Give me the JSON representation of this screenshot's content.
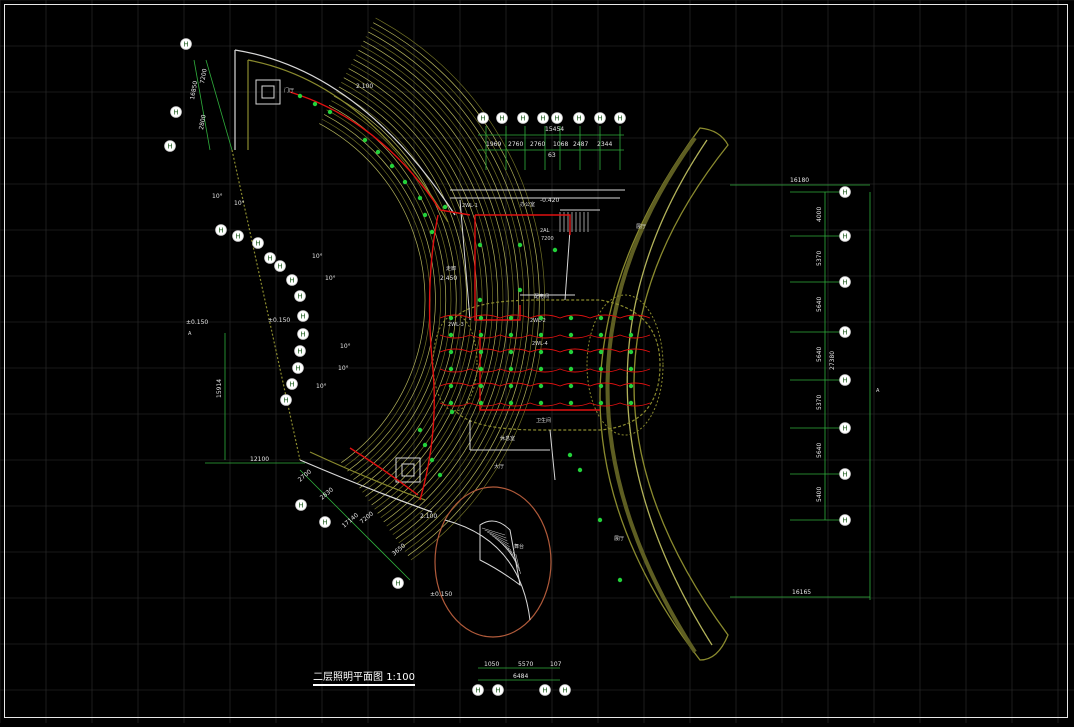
{
  "drawing": {
    "title": "二层照明平面图",
    "scale": "1:100",
    "grid_axis_label": "H",
    "colors": {
      "background": "#000000",
      "grid": "#2f2f2f",
      "wall": "#8a8a2e",
      "wall_light": "#b3b35a",
      "circuit": "#e01010",
      "fixture": "#23d23a",
      "dimension": "#2fae3c",
      "bubble": "#d8d8d8",
      "room_text": "#dcdcdc"
    }
  },
  "dimensions": {
    "top": {
      "overall": "15454",
      "sub": "63",
      "parts": [
        "1969",
        "2760",
        "2760",
        "1068",
        "2487",
        "2344"
      ]
    },
    "right": {
      "overall_top": "16180",
      "overall_bottom": "16165",
      "parts": [
        "4000",
        "5370",
        "5640",
        "5640",
        "5370",
        "5640",
        "5400"
      ],
      "total": "27380"
    },
    "left": {
      "upper_a": "16850",
      "upper_b": "7200",
      "upper_c": "2800",
      "mid": "15914",
      "horiz": "12100",
      "lower": [
        "2700",
        "2830",
        "17140",
        "7200",
        "3650"
      ]
    },
    "bottom": {
      "parts": [
        "1050",
        "5570",
        "107"
      ],
      "overall": "6484"
    },
    "angles": [
      "10°",
      "10°",
      "10°",
      "10°",
      "10°",
      "10°",
      "10°"
    ]
  },
  "elevations": {
    "main": "±0.150",
    "left_mark": "±0.150",
    "top_left": "2.100",
    "stair": "2.450",
    "corridor": "-0.420",
    "lower_left": "2.100",
    "bottom": "±0.150"
  },
  "labels": {
    "east_wing": "展厅",
    "west_wing": "展厅",
    "room_a": "办公室",
    "room_b": "配电间",
    "corridor": "走廊",
    "room_c": "休息室",
    "hall": "大厅",
    "stage": "舞台",
    "room_d": "卫生间",
    "lobby": "门厅",
    "circuit_a": "2WL-1",
    "circuit_b": "2WL-2",
    "circuit_c": "2WL-3",
    "circuit_d": "2WL-4",
    "panel": "2AL",
    "panel_dim": "7200",
    "section_left": "A",
    "section_right": "A"
  }
}
